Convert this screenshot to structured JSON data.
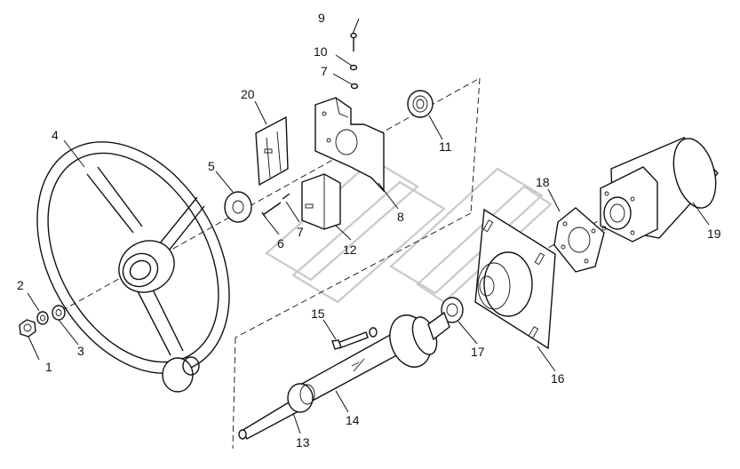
{
  "callouts": {
    "c1": "1",
    "c2": "2",
    "c3": "3",
    "c4": "4",
    "c5": "5",
    "c6": "6",
    "c7a": "7",
    "c7b": "7",
    "c8": "8",
    "c9": "9",
    "c10": "10",
    "c11": "11",
    "c12": "12",
    "c13": "13",
    "c14": "14",
    "c15": "15",
    "c16": "16",
    "c17": "17",
    "c18": "18",
    "c19": "19",
    "c20": "20"
  },
  "colors": {
    "line": "#111111",
    "background": "#ffffff",
    "watermark": "#c9c9c9"
  }
}
